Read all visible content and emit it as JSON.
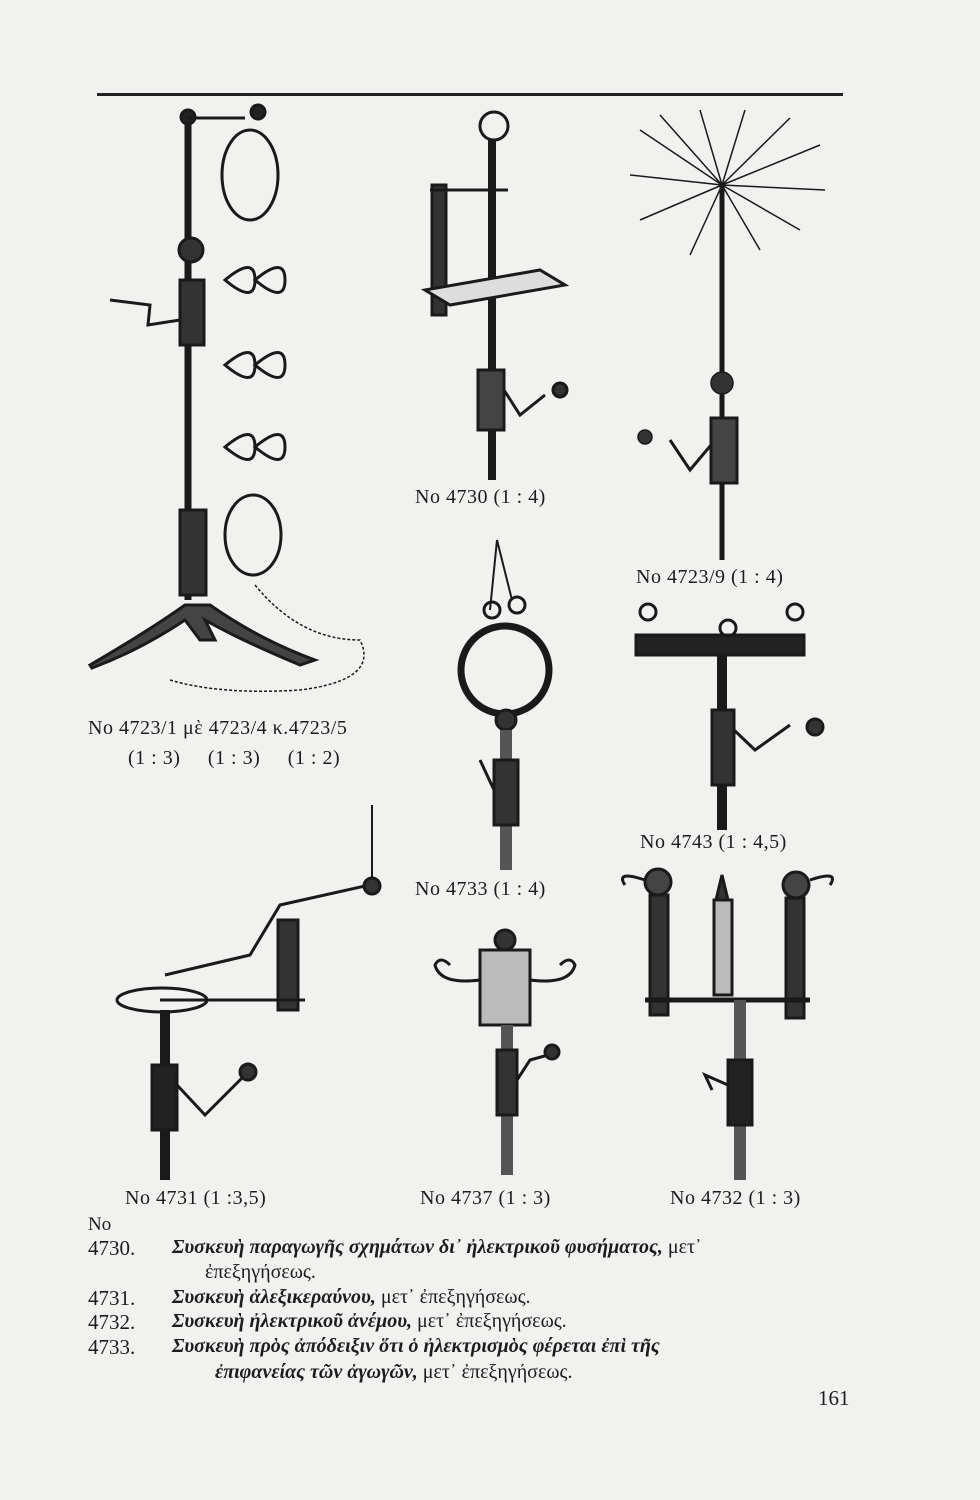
{
  "captions": {
    "c4730": "No 4730 (1 : 4)",
    "c4723_9": "No 4723/9 (1 : 4)",
    "c4723_line1": "No 4723/1 μὲ 4723/4 κ.4723/5",
    "c4723_line2": "(1 : 3)     (1 : 3)     (1 : 2)",
    "c4743": "No 4743 (1 : 4,5)",
    "c4733": "No 4733 (1 : 4)",
    "c4731": "No 4731 (1 :3,5)",
    "c4737": "No 4737 (1 : 3)",
    "c4732": "No 4732 (1 : 3)"
  },
  "list": {
    "header": "No",
    "entries": [
      {
        "num": "4730.",
        "title": "Συσκευὴ παραγωγῆς σχημάτων δι᾽ ἠλεκτρικοῦ φυσήματος,",
        "rest": " μετ᾽",
        "cont": "ἐπεξηγήσεως."
      },
      {
        "num": "4731.",
        "title": "Συσκευὴ ἀλεξικεραύνου,",
        "rest": " μετ᾽ ἐπεξηγήσεως."
      },
      {
        "num": "4732.",
        "title": "Συσκευὴ ἠλεκτρικοῦ ἀνέμου,",
        "rest": " μετ᾽ ἐπεξηγήσεως."
      },
      {
        "num": "4733.",
        "title": "Συσκευὴ πρὸς ἀπόδειξιν ὅτι ὁ ἠλεκτρισμὸς φέρεται ἐπὶ τῆς",
        "cont_bold": "ἐπιφανείας τῶν ἀγωγῶν,",
        "cont": " μετ᾽ ἐπεξηγήσεως."
      }
    ]
  },
  "page_number": "161"
}
